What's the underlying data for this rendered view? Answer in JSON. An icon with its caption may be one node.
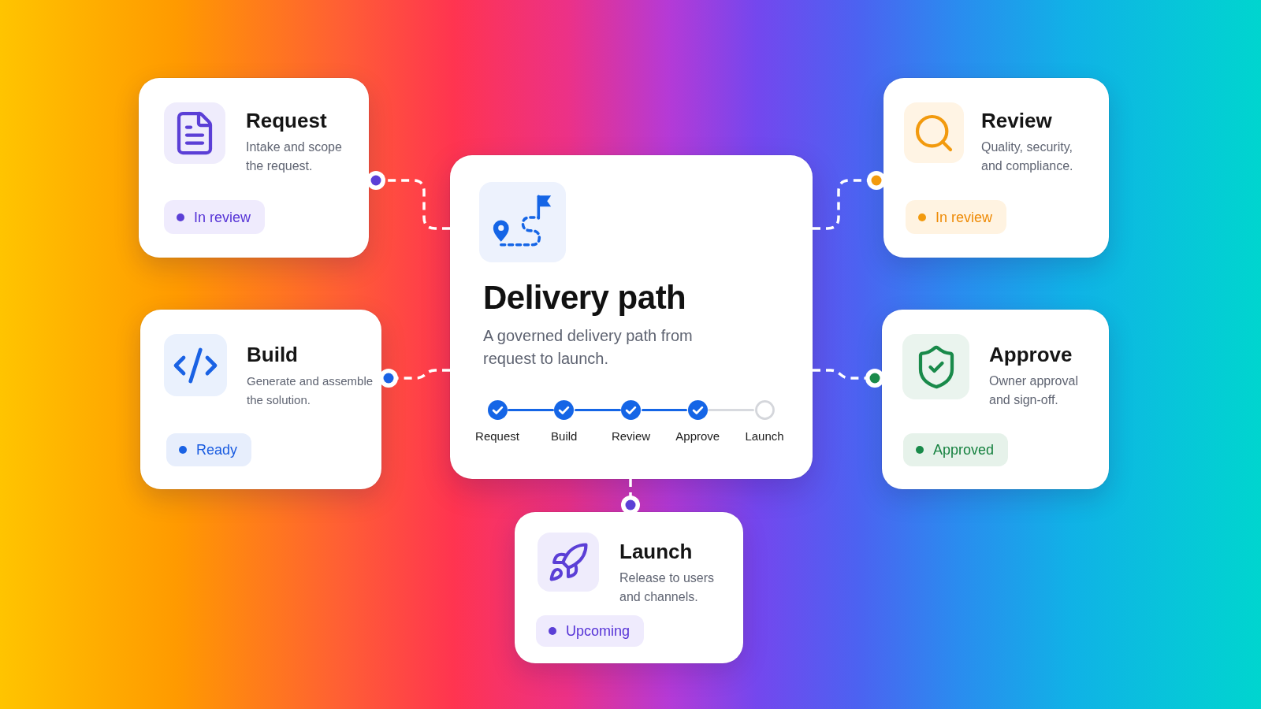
{
  "diagram": {
    "nodes": [
      {
        "text": [
          "Request",
          "Intake and scope the request."
        ]
      },
      {
        "text": [
          "In review"
        ],
        "in": 0
      },
      {
        "text": [
          "Delivery path",
          "A governed delivery path from request to launch.",
          "Request",
          "Build",
          "Review",
          "Approve",
          "Launch"
        ]
      },
      {
        "text": [
          "Review",
          "Quality, security, and compliance."
        ]
      },
      {
        "text": [
          "In review"
        ],
        "in": 3
      },
      {
        "text": [
          "Build",
          "Generate and assemble the solution."
        ]
      },
      {
        "text": [
          "Ready"
        ],
        "in": 5
      },
      {
        "text": [
          "Approve",
          "Owner approval and sign-off."
        ]
      },
      {
        "text": [
          "Approved"
        ],
        "in": 7
      },
      {
        "text": [
          "Launch",
          "Release to users and channels."
        ]
      },
      {
        "text": [
          "Upcoming"
        ],
        "in": 9
      }
    ],
    "edges": [
      {
        "from": 2,
        "to": 0,
        "arrow": "other",
        "style": "dashed"
      },
      {
        "from": 2,
        "to": 3,
        "arrow": "other",
        "style": "dashed"
      },
      {
        "from": 2,
        "to": 5,
        "arrow": "other",
        "style": "dashed"
      },
      {
        "from": 2,
        "to": 7,
        "arrow": "other",
        "style": "dashed"
      },
      {
        "from": 2,
        "to": 9,
        "arrow": "other",
        "style": "dashed"
      }
    ]
  }
}
